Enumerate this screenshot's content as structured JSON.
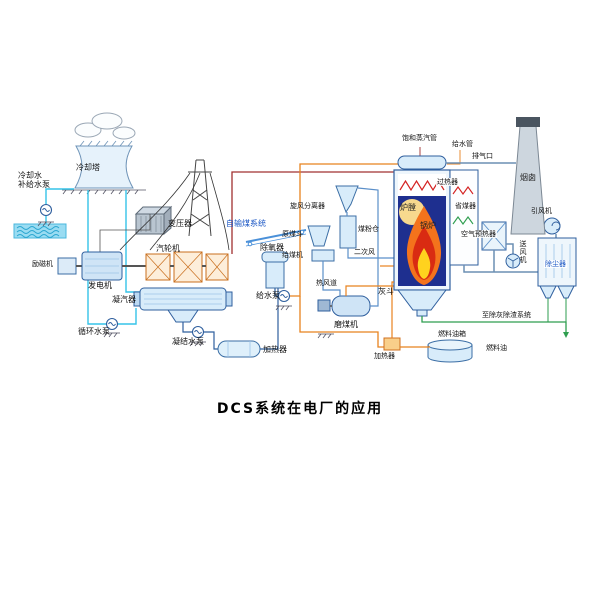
{
  "title": "DCS系统在电厂的应用",
  "colors": {
    "furnace_navy": "#1e2f8f",
    "flame_orange": "#f4731c",
    "flame_red": "#d92b12",
    "flame_yellow": "#ffd21e",
    "water_cyan": "#9adcf2",
    "pipe_blue": "#2f5f9e",
    "pipe_green": "#2e9e4f",
    "pipe_orange": "#e8821e",
    "label_blue": "#1a56c4"
  },
  "labels": {
    "cooling_tower": "冷却塔",
    "makeup_pump": "冷却水\n补给水泵",
    "transformer": "变压器",
    "exciter": "励磁机",
    "generator": "发电机",
    "turbine": "汽轮机",
    "condenser": "凝汽器",
    "circulating_pump": "循环水泵",
    "condensate_pump": "凝结水泵",
    "lp_heater": "加热器",
    "deaerator": "除氧器",
    "feed_pump": "给水泵",
    "coal_conveying": "自输煤系统",
    "cyclone_separator": "旋风分离器",
    "coal_powder_bin": "煤粉仓",
    "raw_coal_hopper": "原煤斗",
    "coal_feeder": "给煤机",
    "coal_mill": "磨煤机",
    "hot_air_duct": "热风道",
    "secondary_air": "二次风",
    "ash_hopper": "灰斗",
    "saturated_steam_pipe": "饱和蒸汽管",
    "feedwater_pipe": "给水管",
    "superheater": "过热器",
    "furnace": "炉膛",
    "boiler": "锅炉",
    "economizer": "省煤器",
    "air_preheater": "空气预热器",
    "fd_fan": "送风机",
    "dust_collector": "除尘器",
    "id_fan": "引风机",
    "chimney": "烟囱",
    "exhaust_outlet": "排气口",
    "ash_removal": "至除灰除渣系统",
    "fuel_oil_tank": "燃料油箱",
    "fuel_oil": "燃料油",
    "oil_heater": "加热器"
  }
}
